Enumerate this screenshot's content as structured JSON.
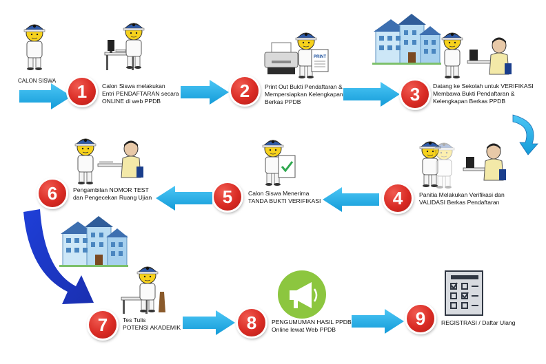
{
  "colors": {
    "arrow": "#19a8e6",
    "arrow_dark": "#1565c0",
    "badge": "#d92b24",
    "cap": "#2e5aa8",
    "face": "#f7d21c",
    "building": "#9fd0ee",
    "roof": "#3d6fb0"
  },
  "steps": [
    {
      "num": "1",
      "lines": [
        "Calon Siswa melakukan",
        "Entri PENDAFTARAN secara",
        "ONLINE di web PPDB"
      ]
    },
    {
      "num": "2",
      "lines": [
        "Print Out Bukti Pendaftaran &",
        "Mempersiapkan Kelengkapan",
        "Berkas PPDB"
      ]
    },
    {
      "num": "3",
      "lines": [
        "Datang ke Sekolah untuk VERIFIKASI",
        "Membawa Bukti Pendaftaran &",
        "Kelengkapan Berkas PPDB"
      ]
    },
    {
      "num": "4",
      "lines": [
        "Panitia Melakukan Verifikasi dan",
        "VALIDASI Berkas Pendaftaran"
      ]
    },
    {
      "num": "5",
      "lines": [
        "Calon Siswa Menerima",
        "TANDA BUKTI VERIFIKASI"
      ]
    },
    {
      "num": "6",
      "lines": [
        "Pengambilan NOMOR TEST",
        "dan Pengecekan Ruang Ujian"
      ]
    },
    {
      "num": "7",
      "lines": [
        "Tes Tulis",
        "POTENSI AKADEMIK"
      ]
    },
    {
      "num": "8",
      "lines": [
        "PENGUMUMAN HASIL PPDB",
        "Online lewat Web PPDB"
      ]
    },
    {
      "num": "9",
      "lines": [
        "REGISTRASI / Daftar Ulang"
      ]
    }
  ],
  "start_label": "CALON SISWA",
  "printer_text": "PRINT",
  "icons": [
    "student-icon",
    "computer-desk-icon",
    "printer-icon",
    "school-building-icon",
    "officer-icon",
    "certificate-icon",
    "megaphone-icon",
    "checklist-icon",
    "arrow-icon"
  ]
}
